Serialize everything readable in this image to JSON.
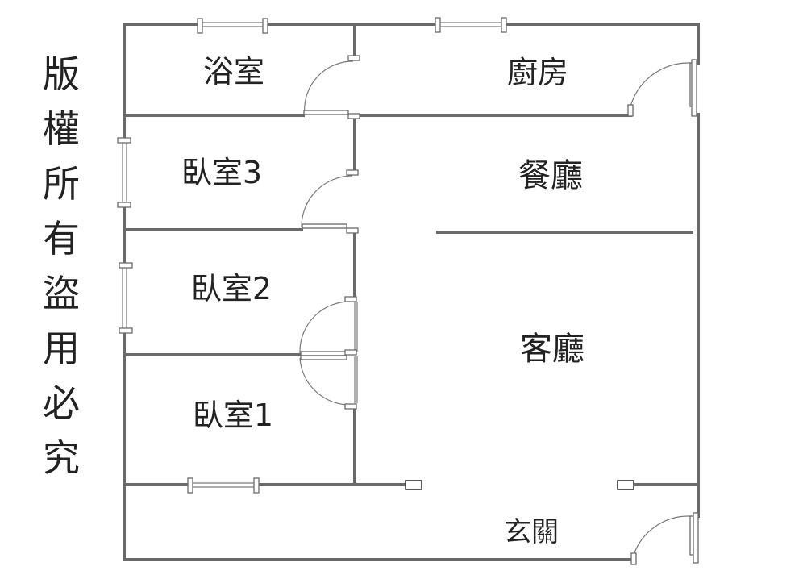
{
  "watermark": [
    "版",
    "權",
    "所",
    "有",
    "盜",
    "用",
    "必",
    "究"
  ],
  "rooms": {
    "bathroom": "浴室",
    "kitchen": "廚房",
    "bedroom3": "臥室3",
    "dining": "餐廳",
    "bedroom2": "臥室2",
    "living": "客廳",
    "bedroom1": "臥室1",
    "entrance": "玄關"
  }
}
